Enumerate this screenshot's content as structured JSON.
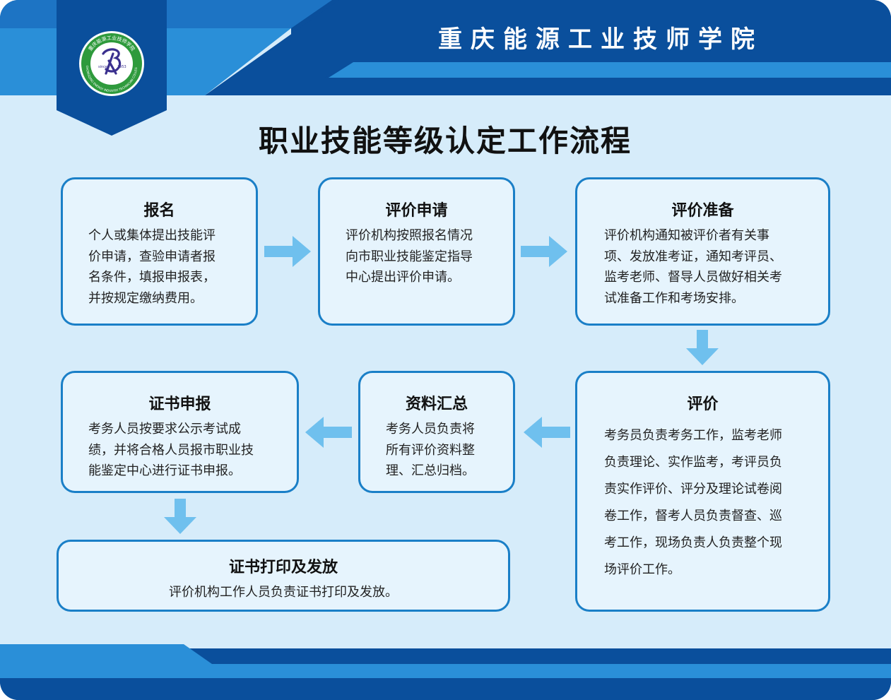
{
  "header": {
    "college_name": "重庆能源工业技师学院",
    "page_title": "职业技能等级认定工作流程"
  },
  "logo": {
    "ring_text": "重庆能源工业技师学院",
    "since_label": "since",
    "year": "1953",
    "english_text": "CHONGQING ENERGY INDUSTRY TECHNICIAN COLLEGE"
  },
  "colors": {
    "dark_blue": "#0a4f9c",
    "mid_blue": "#2a8fd8",
    "panel": "#d6ecfa",
    "box_fill": "#e6f4fd",
    "box_border": "#1a7fc7",
    "arrow": "#6fc0ee",
    "logo_green": "#2e9a3c"
  },
  "steps": {
    "s1": {
      "title": "报名",
      "lines": [
        "个人或集体提出技能评",
        "价申请，查验申请者报",
        "名条件，填报申报表，",
        "并按规定缴纳费用。"
      ]
    },
    "s2": {
      "title": "评价申请",
      "lines": [
        "评价机构按照报名情况",
        "向市职业技能鉴定指导",
        "中心提出评价申请。"
      ]
    },
    "s3": {
      "title": "评价准备",
      "lines": [
        "评价机构通知被评价者有关事",
        "项、发放准考证，通知考评员、",
        "监考老师、督导人员做好相关考",
        "试准备工作和考场安排。"
      ]
    },
    "s4": {
      "title": "评价",
      "lines": [
        "考务员负责考务工作，监考老师",
        "负责理论、实作监考，考评员负",
        "责实作评价、评分及理论试卷阅",
        "卷工作，督考人员负责督查、巡",
        "考工作，现场负责人负责整个现",
        "场评价工作。"
      ]
    },
    "s5": {
      "title": "资料汇总",
      "lines": [
        "考务人员负责将",
        "所有评价资料整",
        "理、汇总归档。"
      ]
    },
    "s6": {
      "title": "证书申报",
      "lines": [
        "考务人员按要求公示考试成",
        "绩，并将合格人员报市职业技",
        "能鉴定中心进行证书申报。"
      ]
    },
    "s7": {
      "title": "证书打印及发放",
      "lines": [
        "评价机构工作人员负责证书打印及发放。"
      ]
    }
  }
}
